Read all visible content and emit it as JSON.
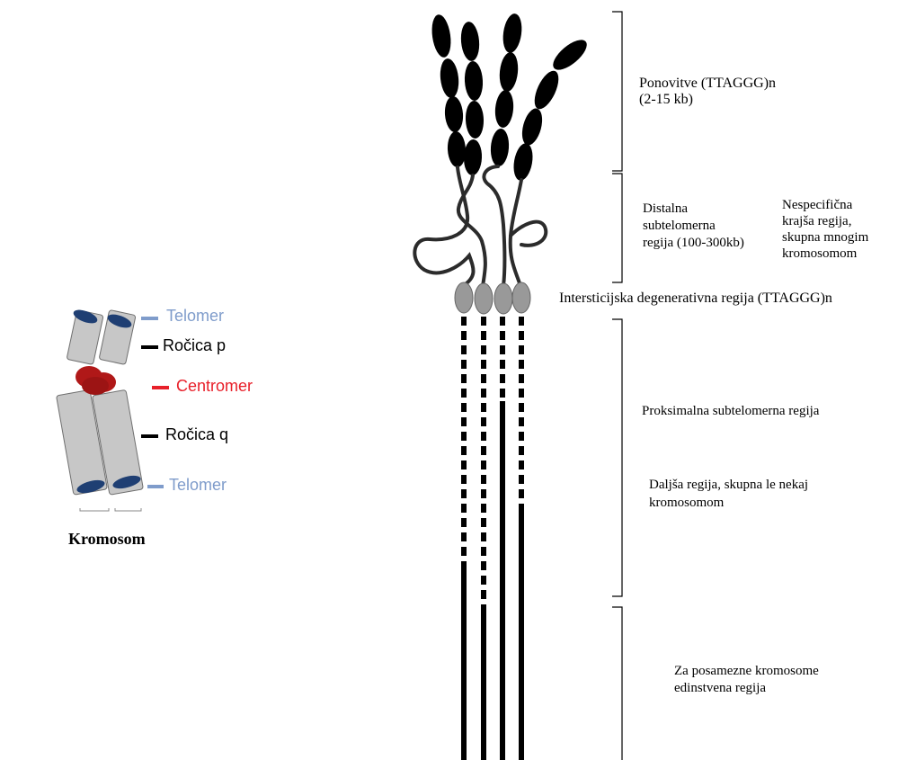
{
  "colors": {
    "telomere_label": "#7f9ccb",
    "telomere_cap": "#1f3f73",
    "centromere": "#b01818",
    "centromere_label": "#e8202a",
    "chromatid_fill": "#c7c7c7",
    "chromatid_stroke": "#6f6f6f",
    "bead_fill": "#999999",
    "ink": "#000000"
  },
  "chromosome": {
    "caption": "Kromosom",
    "telomer_top": "Telomer",
    "arm_p": "Ročica p",
    "centromer": "Centromer",
    "arm_q": "Ročica q",
    "telomer_bottom": "Telomer"
  },
  "regions": {
    "repeats": "Ponovitve (TTAGGG)n\n(2-15 kb)",
    "distal": "Distalna\nsubtelomerna\nregija (100-300kb)",
    "nonspecific": "Nespecifična\nkrajša regija,\nskupna mnogim\nkromosomom",
    "interstitial": "Intersticijska degenerativna regija (TTAGGG)n",
    "proximal": "Proksimalna  subtelomerna regija",
    "longer": "Daljša regija, skupna le nekaj\nkromosomom",
    "unique": "Za posamezne kromosome\nedinstvena regija"
  },
  "icons": {
    "chromosome": "chromosome-icon",
    "telomere_strand": "telomere-strand-icon",
    "bracket": "bracket-icon"
  }
}
